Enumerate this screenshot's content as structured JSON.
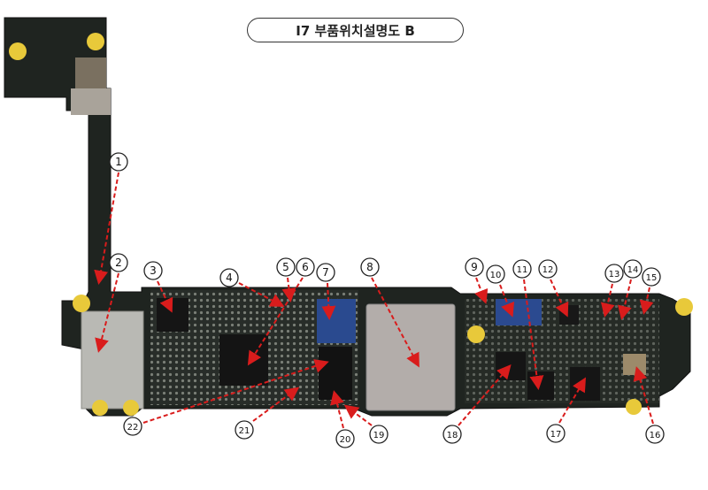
{
  "title": "I7 부품위치설명도 B",
  "marker_color": "#d91c1c",
  "board_color": "#1f2420",
  "markers": [
    {
      "label": "1"
    },
    {
      "label": "2"
    },
    {
      "label": "3"
    },
    {
      "label": "4"
    },
    {
      "label": "5"
    },
    {
      "label": "6"
    },
    {
      "label": "7"
    },
    {
      "label": "8"
    },
    {
      "label": "9"
    },
    {
      "label": "10"
    },
    {
      "label": "11"
    },
    {
      "label": "12"
    },
    {
      "label": "13"
    },
    {
      "label": "14"
    },
    {
      "label": "15"
    },
    {
      "label": "16"
    },
    {
      "label": "17"
    },
    {
      "label": "18"
    },
    {
      "label": "19"
    },
    {
      "label": "20"
    },
    {
      "label": "21"
    },
    {
      "label": "22"
    }
  ]
}
